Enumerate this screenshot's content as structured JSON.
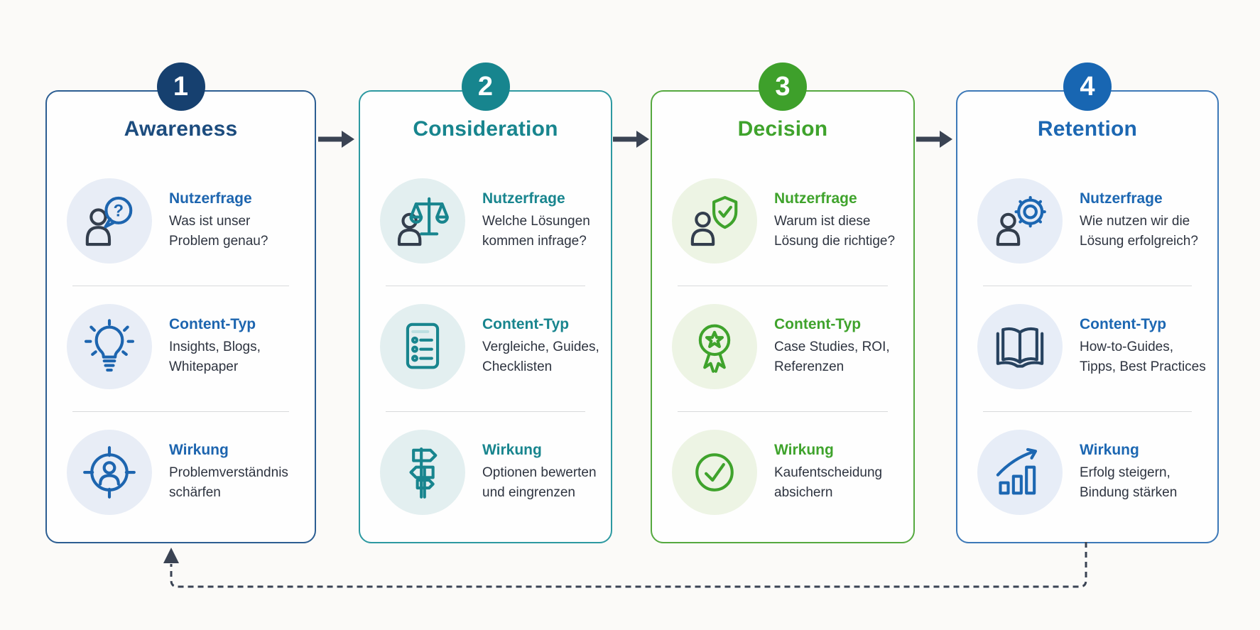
{
  "diagram": {
    "language": "de",
    "type": "customer-journey-funnel",
    "flow": {
      "forward_arrows": [
        "Awareness→Consideration",
        "Consideration→Decision",
        "Decision→Retention"
      ],
      "feedback_loop": "Retention→Awareness"
    }
  },
  "stages": [
    {
      "number": "1",
      "title": "Awareness",
      "colors": {
        "circle": "#16406f",
        "title": "#1c4c7e",
        "accent": "#1d65af",
        "border": "#2c5e92",
        "icon_bg": "#e8edf6"
      },
      "rows": [
        {
          "icon": "person-question-icon",
          "heading": "Nutzerfrage",
          "lines": [
            "Was ist unser",
            "Problem genau?"
          ]
        },
        {
          "icon": "lightbulb-icon",
          "heading": "Content-Typ",
          "lines": [
            "Insights, Blogs,",
            "Whitepaper"
          ]
        },
        {
          "icon": "person-target-icon",
          "heading": "Wirkung",
          "lines": [
            "Problemverständnis",
            "schärfen"
          ]
        }
      ]
    },
    {
      "number": "2",
      "title": "Consideration",
      "colors": {
        "circle": "#17858e",
        "title": "#18858e",
        "accent": "#18858e",
        "border": "#2d99a1",
        "icon_bg": "#e3eff0"
      },
      "rows": [
        {
          "icon": "person-scales-icon",
          "heading": "Nutzerfrage",
          "lines": [
            "Welche Lösungen",
            "kommen infrage?"
          ]
        },
        {
          "icon": "checklist-icon",
          "heading": "Content-Typ",
          "lines": [
            "Vergleiche, Guides,",
            "Checklisten"
          ]
        },
        {
          "icon": "signpost-icon",
          "heading": "Wirkung",
          "lines": [
            "Optionen bewerten",
            "und eingrenzen"
          ]
        }
      ]
    },
    {
      "number": "3",
      "title": "Decision",
      "colors": {
        "circle": "#3ea02b",
        "title": "#3fa32c",
        "accent": "#3fa32c",
        "border": "#55a93f",
        "icon_bg": "#edf4e4"
      },
      "rows": [
        {
          "icon": "person-shield-check-icon",
          "heading": "Nutzerfrage",
          "lines": [
            "Warum ist diese",
            "Lösung die richtige?"
          ]
        },
        {
          "icon": "award-ribbon-icon",
          "heading": "Content-Typ",
          "lines": [
            "Case Studies, ROI,",
            "Referenzen"
          ]
        },
        {
          "icon": "check-circle-icon",
          "heading": "Wirkung",
          "lines": [
            "Kaufentscheidung",
            "absichern"
          ]
        }
      ]
    },
    {
      "number": "4",
      "title": "Retention",
      "colors": {
        "circle": "#1866b2",
        "title": "#1c67b2",
        "accent": "#1c67b2",
        "border": "#3d79b8",
        "icon_bg": "#e7edf7"
      },
      "rows": [
        {
          "icon": "person-gear-icon",
          "heading": "Nutzerfrage",
          "lines": [
            "Wie nutzen wir die",
            "Lösung erfolgreich?"
          ]
        },
        {
          "icon": "open-book-icon",
          "heading": "Content-Typ",
          "lines": [
            "How-to-Guides,",
            "Tipps, Best Practices"
          ]
        },
        {
          "icon": "growth-chart-icon",
          "heading": "Wirkung",
          "lines": [
            "Erfolg steigern,",
            "Bindung stärken"
          ]
        }
      ]
    }
  ],
  "connector_colors": {
    "arrow": "#3a4353"
  }
}
